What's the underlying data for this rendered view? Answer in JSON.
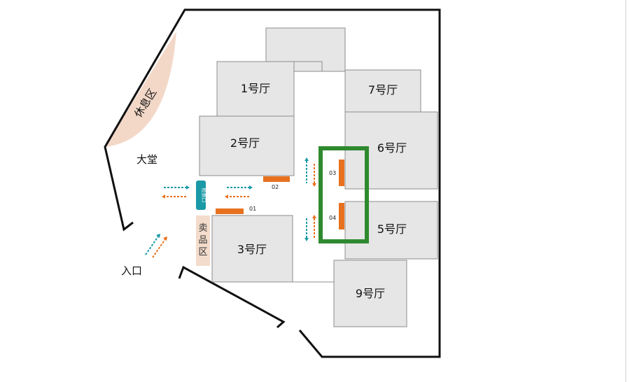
{
  "map": {
    "halls": {
      "h1": "1号厅",
      "h2": "2号厅",
      "h3": "3号厅",
      "h5": "5号厅",
      "h6": "6号厅",
      "h7": "7号厅",
      "h9": "9号厅"
    },
    "areas": {
      "lobby": "大堂",
      "rest": "休息区",
      "entrance": "入口",
      "snack": [
        "卖",
        "品",
        "区"
      ],
      "ticket": "检票口"
    },
    "markers": {
      "m01": "01",
      "m02": "02",
      "m03": "03",
      "m04": "04"
    },
    "colors": {
      "wall": "#111111",
      "hall_fill": "#e6e6e6",
      "hall_stroke": "#8c8c8c",
      "rest_area": "#f3d8c8",
      "snack_area": "#f3dccb",
      "marker": "#e8711f",
      "ticket": "#1a9aa6",
      "arrow_teal": "#1a9aa6",
      "arrow_orange": "#e8711f",
      "highlight": "#2f8a2f"
    }
  }
}
